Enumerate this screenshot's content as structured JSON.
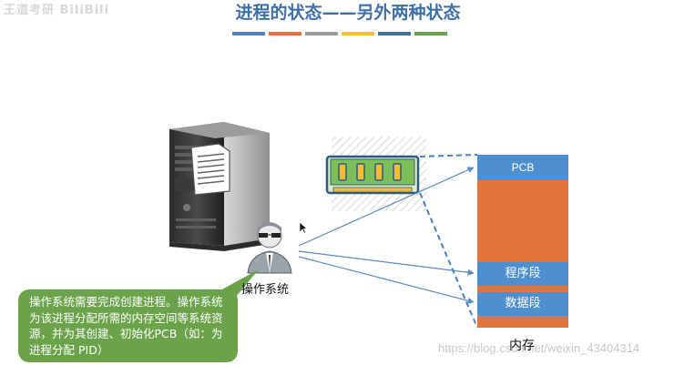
{
  "slide": {
    "title": "进程的状态——另外两种状态",
    "corner_watermark": "王道考研 BiliBili",
    "title_strip_colors": [
      "#4f80bd",
      "#e3743b",
      "#9b9b9b",
      "#f3bd33",
      "#3d6fa9",
      "#6aa34a"
    ]
  },
  "memory": {
    "label": "内存",
    "pcb_label": "PCB",
    "code_segment_label": "程序段",
    "data_segment_label": "数据段",
    "colors": {
      "block": "#4d8fcf",
      "background": "#e3743b"
    }
  },
  "os": {
    "label": "操作系统"
  },
  "callout": {
    "text": "操作系统需要完成创建进程。操作系统为该进程分配所需的内存空间等系统资源，并为其创建、初始化PCB（如：为进程分配 PID）",
    "color": "#6aa34a"
  },
  "watermark": "https://blog.csdn.net/weixin_43404314",
  "icons": {
    "server": "server-tower-icon",
    "document": "document-icon",
    "ram": "ram-module-icon",
    "person": "person-with-glasses-icon",
    "cursor": "mouse-cursor-icon"
  }
}
